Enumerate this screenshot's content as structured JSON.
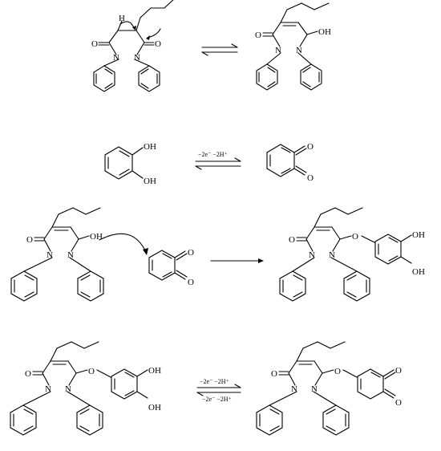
{
  "atoms": {
    "O": "O",
    "N": "N",
    "H": "H",
    "OH": "OH"
  },
  "reactions": [
    {
      "id": "tautomerism",
      "arrow": "equilibrium",
      "conditions": []
    },
    {
      "id": "catechol-oxidation",
      "arrow": "equilibrium",
      "conditions": [
        "−2e⁻ −2H⁺"
      ]
    },
    {
      "id": "michael-addition",
      "arrow": "forward",
      "conditions": []
    },
    {
      "id": "adduct-oxidation",
      "arrow": "equilibrium",
      "conditions": [
        "−2e⁻ −2H⁺",
        "−2e⁻ −2H⁺"
      ]
    }
  ],
  "colors": {
    "ink": "#000000",
    "background": "#ffffff"
  }
}
